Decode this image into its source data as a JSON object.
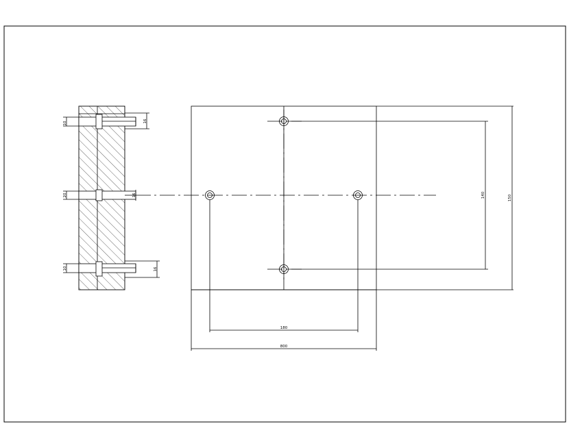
{
  "dimensions": {
    "side_top_bolt_dia": "10",
    "side_top_bolt_len": "16",
    "side_mid_bolt_dia": "20",
    "side_mid_bolt_len": "16",
    "side_bot_bolt_dia": "10",
    "side_bot_bolt_len": "16",
    "hole_pitch_horizontal": "180",
    "plate_width": "800",
    "hole_pitch_vertical": "140",
    "plate_height": "150"
  }
}
